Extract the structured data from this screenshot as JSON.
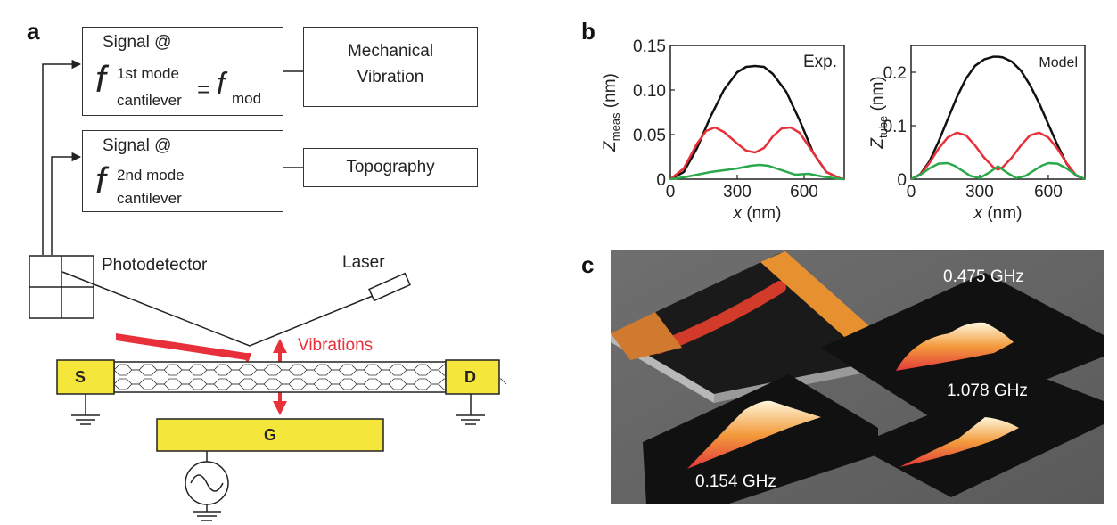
{
  "panels": {
    "a": "a",
    "b": "b",
    "c": "c"
  },
  "schematic": {
    "box1": {
      "line1": "Signal @",
      "f": "f",
      "sup": "1st mode",
      "sub": "cantilever",
      "eq": "=",
      "f2": "f",
      "sub2": "mod"
    },
    "box2": {
      "line1": "Signal @",
      "f": "f",
      "sup": "2nd mode",
      "sub": "cantilever"
    },
    "mech": {
      "line1": "Mechanical",
      "line2": "Vibration"
    },
    "topo": "Topography",
    "photodetector": "Photodetector",
    "laser": "Laser",
    "vibrations": "Vibrations",
    "source": "S",
    "drain": "D",
    "gate": "G",
    "colors": {
      "pad": "#f5e63c",
      "red": "#e8303a"
    }
  },
  "chart_data": [
    {
      "type": "line",
      "inset": "Exp.",
      "xlabel": "x (nm)",
      "ylabel": "Z_meas (nm)",
      "ylabel_main": "Z",
      "ylabel_sub": "meas",
      "ylabel_unit": "(nm)",
      "xlabel_var": "x",
      "xlabel_unit": "(nm)",
      "xlim": [
        0,
        780
      ],
      "ylim": [
        0,
        0.15
      ],
      "xticks": [
        0,
        300,
        600
      ],
      "yticks": [
        0,
        0.05,
        0.1,
        0.15
      ],
      "ytick_labels": [
        "0",
        "0.05",
        "0.10",
        "0.15"
      ],
      "series": [
        {
          "color": "#111111",
          "x": [
            0,
            60,
            120,
            180,
            240,
            300,
            340,
            380,
            420,
            460,
            520,
            580,
            640,
            700,
            760,
            780
          ],
          "y": [
            0.0,
            0.008,
            0.035,
            0.07,
            0.1,
            0.12,
            0.126,
            0.127,
            0.126,
            0.118,
            0.098,
            0.066,
            0.03,
            0.008,
            0.001,
            0.0
          ]
        },
        {
          "color": "#e8303a",
          "x": [
            0,
            60,
            120,
            160,
            200,
            240,
            300,
            340,
            380,
            420,
            460,
            500,
            540,
            580,
            640,
            700,
            760,
            780
          ],
          "y": [
            0.0,
            0.012,
            0.04,
            0.054,
            0.058,
            0.053,
            0.04,
            0.032,
            0.03,
            0.035,
            0.048,
            0.057,
            0.058,
            0.052,
            0.03,
            0.008,
            0.001,
            0.0
          ]
        },
        {
          "color": "#2aa84a",
          "x": [
            0,
            60,
            120,
            180,
            240,
            300,
            360,
            400,
            440,
            500,
            560,
            620,
            680,
            740,
            780
          ],
          "y": [
            0.0,
            0.002,
            0.005,
            0.008,
            0.01,
            0.012,
            0.015,
            0.016,
            0.015,
            0.01,
            0.005,
            0.006,
            0.003,
            0.001,
            0.0
          ]
        }
      ]
    },
    {
      "type": "line",
      "inset": "Model",
      "xlabel": "x (nm)",
      "ylabel": "Z_tube (nm)",
      "ylabel_main": "Z",
      "ylabel_sub": "tube",
      "ylabel_unit": "(nm)",
      "xlabel_var": "x",
      "xlabel_unit": "(nm)",
      "xlim": [
        0,
        760
      ],
      "ylim": [
        0,
        0.25
      ],
      "xticks": [
        0,
        300,
        600
      ],
      "yticks": [
        0,
        0.1,
        0.2
      ],
      "ytick_labels": [
        "0",
        "0.1",
        "0.2"
      ],
      "series": [
        {
          "color": "#111111",
          "x": [
            0,
            40,
            80,
            120,
            160,
            200,
            240,
            280,
            320,
            360,
            380,
            400,
            440,
            480,
            520,
            560,
            600,
            640,
            680,
            720,
            760
          ],
          "y": [
            0.0,
            0.009,
            0.033,
            0.07,
            0.112,
            0.153,
            0.188,
            0.212,
            0.224,
            0.229,
            0.229,
            0.228,
            0.22,
            0.203,
            0.176,
            0.142,
            0.103,
            0.064,
            0.029,
            0.007,
            0.0
          ]
        },
        {
          "color": "#e8303a",
          "x": [
            0,
            40,
            80,
            120,
            160,
            200,
            240,
            280,
            320,
            360,
            380,
            400,
            440,
            480,
            520,
            560,
            600,
            640,
            680,
            720,
            760
          ],
          "y": [
            0.0,
            0.008,
            0.03,
            0.057,
            0.078,
            0.087,
            0.082,
            0.063,
            0.04,
            0.022,
            0.018,
            0.022,
            0.04,
            0.063,
            0.082,
            0.087,
            0.078,
            0.057,
            0.03,
            0.008,
            0.0
          ]
        },
        {
          "color": "#2aa84a",
          "x": [
            0,
            40,
            80,
            120,
            160,
            190,
            220,
            260,
            300,
            340,
            380,
            420,
            460,
            500,
            540,
            570,
            600,
            640,
            680,
            720,
            760
          ],
          "y": [
            0.0,
            0.008,
            0.02,
            0.029,
            0.03,
            0.025,
            0.017,
            0.006,
            0.002,
            0.012,
            0.024,
            0.012,
            0.002,
            0.006,
            0.017,
            0.025,
            0.03,
            0.029,
            0.02,
            0.008,
            0.0
          ]
        }
      ]
    }
  ],
  "images": {
    "f1": "0.475  GHz",
    "f2": "1.078  GHz",
    "f3": "0.154  GHz"
  }
}
